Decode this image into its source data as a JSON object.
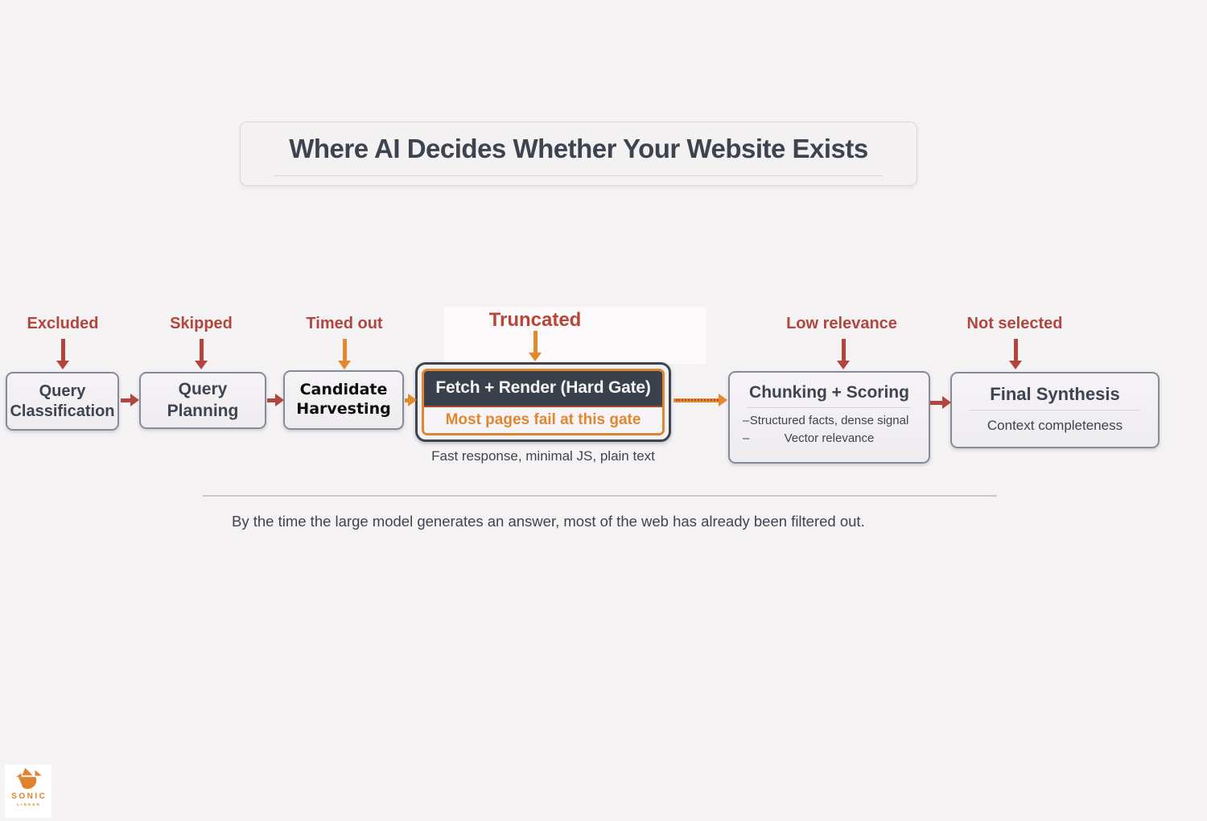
{
  "title": {
    "text": "Where AI Decides Whether Your Website Exists"
  },
  "labels": {
    "excluded": "Excluded",
    "skipped": "Skipped",
    "timed_out": "Timed out",
    "truncated": "Truncated",
    "low_relevance": "Low relevance",
    "not_selected": "Not selected"
  },
  "stages": {
    "query_classification": "Query Classification",
    "query_planning": "Query Planning",
    "candidate_harvesting": "Candidate Harvesting",
    "fetch_render": {
      "header": "Fetch + Render (Hard Gate)",
      "warning": "Most pages fail at this gate",
      "caption": "Fast response, minimal JS, plain text"
    },
    "chunking_scoring": {
      "title": "Chunking + Scoring",
      "bullet_dash": "–",
      "bullets": [
        "Structured facts, dense signal",
        "Vector relevance"
      ]
    },
    "final_synthesis": {
      "title": "Final Synthesis",
      "subtitle": "Context completeness"
    }
  },
  "footer": {
    "text": "By the time the large model generates an answer, most of the web has already been filtered out."
  },
  "logo": {
    "name": "SONIC",
    "tagline": "LINKER"
  },
  "colors": {
    "red": "#b2453e",
    "orange": "#e2892e",
    "slate": "#3e4450",
    "gate_fill": "#3a414d"
  }
}
